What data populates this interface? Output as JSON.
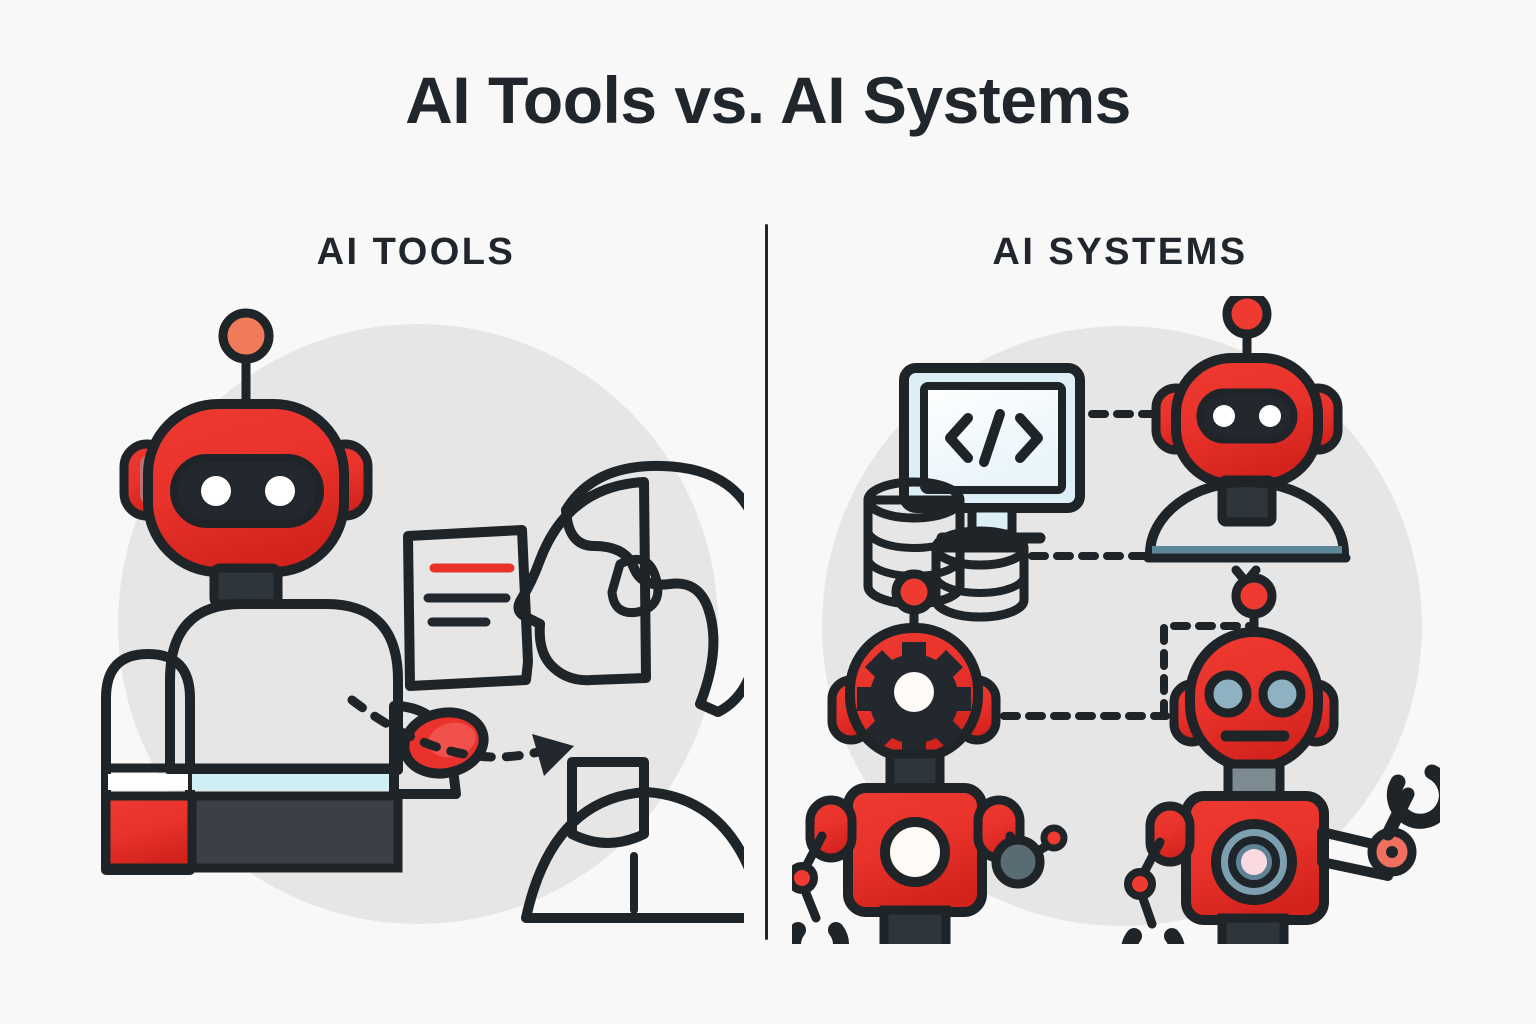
{
  "page": {
    "title": "AI Tools vs. AI Systems",
    "background_color": "#F8F8F8"
  },
  "panels": {
    "left": {
      "label": "AI TOOLS",
      "backdrop_color": "#E6E6E6",
      "figures": {
        "robot": {
          "name": "ai-tool-robot",
          "antenna_ball_color": "#F07B58",
          "body_color": "#E8322B",
          "visor_color": "#22282D",
          "eye_color": "#FFFFFF",
          "chest_stripe_color": "#CFEFF5",
          "chest_band_color": "#3A4046"
        },
        "document": {
          "name": "output-document",
          "paper_color": "#F7F6F2",
          "line_colors": [
            "#E8322B",
            "#22282D",
            "#22282D"
          ]
        },
        "arrow": {
          "name": "handoff-arrow",
          "style": "dashed-curved",
          "color": "#22282D",
          "direction": "robot-to-human"
        },
        "human": {
          "name": "human-user",
          "hair_color": "#161A1D",
          "skin_color": "#F6AD8C",
          "shirt_color": "#636363"
        }
      }
    },
    "right": {
      "label": "AI SYSTEMS",
      "backdrop_color": "#E6E6E6",
      "figures": {
        "monitor": {
          "name": "code-monitor",
          "screen_color": "#F4FAFD",
          "bezel_color": "#DCEFF7",
          "code_glyph": "</>"
        },
        "database": {
          "name": "database-stack",
          "color": "#E8322B",
          "tall_stack_discs": 3,
          "short_stack_discs": 2
        },
        "robot_dome": {
          "name": "dome-robot",
          "antenna_ball_color": "#E8322B",
          "body_color": "#E8322B",
          "visor_color": "#22282D",
          "base_stripe_color": "#5C8799"
        },
        "robot_gear": {
          "name": "gear-face-robot",
          "body_color": "#E8322B",
          "gear_color": "#22282D",
          "core_color": "#FDFAF8",
          "hand_left": "claw",
          "hand_right": "node-sphere"
        },
        "robot_wrench": {
          "name": "wrench-robot",
          "body_color": "#E8322B",
          "eye_color": "#8FB2C2",
          "core_ring_color": "#7D9FB0",
          "core_center_color": "#FBD9E0",
          "hand_left": "claw",
          "hand_right": "wrench"
        }
      },
      "connectors": [
        {
          "name": "monitor-to-dome-robot",
          "style": "dashed",
          "color": "#22282D"
        },
        {
          "name": "database-to-dome-robot",
          "style": "dashed",
          "color": "#22282D"
        },
        {
          "name": "gear-robot-to-wrench-robot",
          "style": "dashed",
          "color": "#22282D"
        },
        {
          "name": "dome-robot-to-wrench-robot",
          "style": "dashed-elbow",
          "color": "#22282D"
        }
      ]
    }
  }
}
